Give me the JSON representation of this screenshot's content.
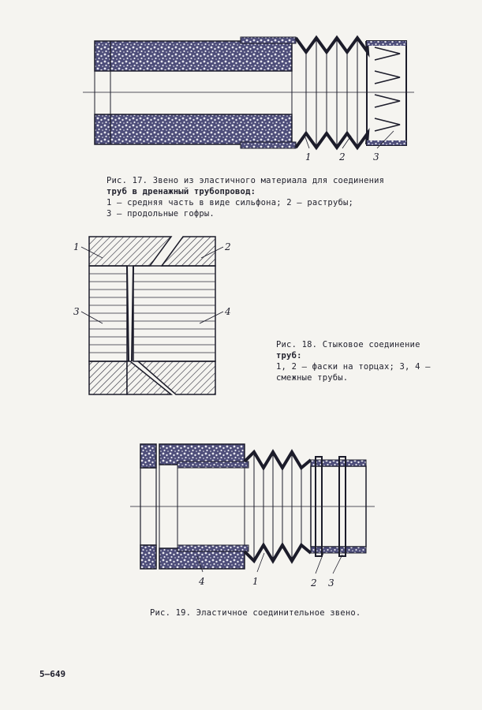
{
  "figure17": {
    "caption_lines": [
      "Рис. 17. Звено из эластичного материала для соединения",
      "труб в дренажный трубопровод:",
      "1 – средняя часть в виде сильфона;  2 – раструбы;",
      "3 – продольные гофры."
    ],
    "callouts": [
      "1",
      "2",
      "3"
    ]
  },
  "figure18": {
    "caption_lines": [
      "Рис. 18.  Стыковое соединение",
      "труб:",
      "1, 2 – фаски на торцах; 3, 4 –",
      "смежные трубы."
    ],
    "callouts": [
      "1",
      "2",
      "3",
      "4"
    ]
  },
  "figure19": {
    "caption_lines": [
      "Рис. 19. Эластичное соединительное звено."
    ],
    "callouts": [
      "4",
      "1",
      "2",
      "3"
    ]
  },
  "page_number": "5–649",
  "colors": {
    "ink": "#1c1c2a",
    "paper": "#f5f4f0",
    "speckle_fill": "#5a5a86"
  }
}
